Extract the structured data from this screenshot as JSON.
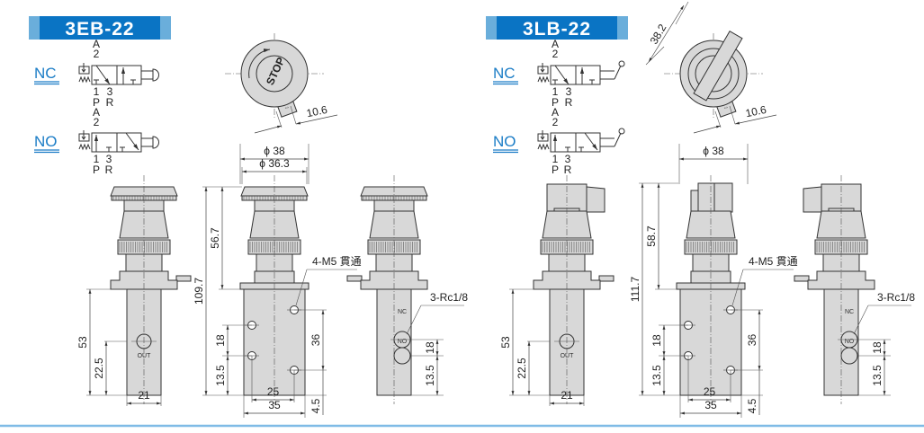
{
  "colors": {
    "title_bar": "#0a74c4",
    "title_bar_edge": "#6aaedb",
    "mode_label": "#1a7cc6",
    "part_fill": "#d8d8d8",
    "footer_line": "#7fbbe6"
  },
  "panels": [
    {
      "title": "3EB-22",
      "nc": "NC",
      "no": "NO",
      "ports": {
        "a": "A",
        "two": "2",
        "one": "1",
        "three": "3",
        "p": "P",
        "r": "R"
      },
      "top_view": {
        "stop_text": "STOP",
        "dim_tab": "10.6"
      },
      "dims": {
        "phi_outer": "ϕ 38",
        "phi_inner": "ϕ 36.3",
        "total_h": "109.7",
        "head_h": "56.7",
        "body_h": "53",
        "out_h": "22.5",
        "side_w": "21",
        "h18": "18",
        "h13_5": "13.5",
        "w25": "25",
        "w35": "35",
        "h36": "36",
        "h4_5": "4.5"
      },
      "labels": {
        "mount": "4-M5 貫通",
        "ports": "3-Rc1/8",
        "out": "OUT",
        "nc_port": "NC",
        "no_port": "NO"
      }
    },
    {
      "title": "3LB-22",
      "nc": "NC",
      "no": "NO",
      "ports": {
        "a": "A",
        "two": "2",
        "one": "1",
        "three": "3",
        "p": "P",
        "r": "R"
      },
      "top_view": {
        "dim_lever": "38.2",
        "dim_tab": "10.6"
      },
      "dims": {
        "phi_outer": "ϕ 38",
        "total_h": "111.7",
        "head_h": "58.7",
        "body_h": "53",
        "out_h": "22.5",
        "side_w": "21",
        "h18": "18",
        "h13_5": "13.5",
        "w25": "25",
        "w35": "35",
        "h36": "36",
        "h4_5": "4.5"
      },
      "labels": {
        "mount": "4-M5 貫通",
        "ports": "3-Rc1/8",
        "out": "OUT",
        "nc_port": "NC",
        "no_port": "NO"
      }
    }
  ]
}
